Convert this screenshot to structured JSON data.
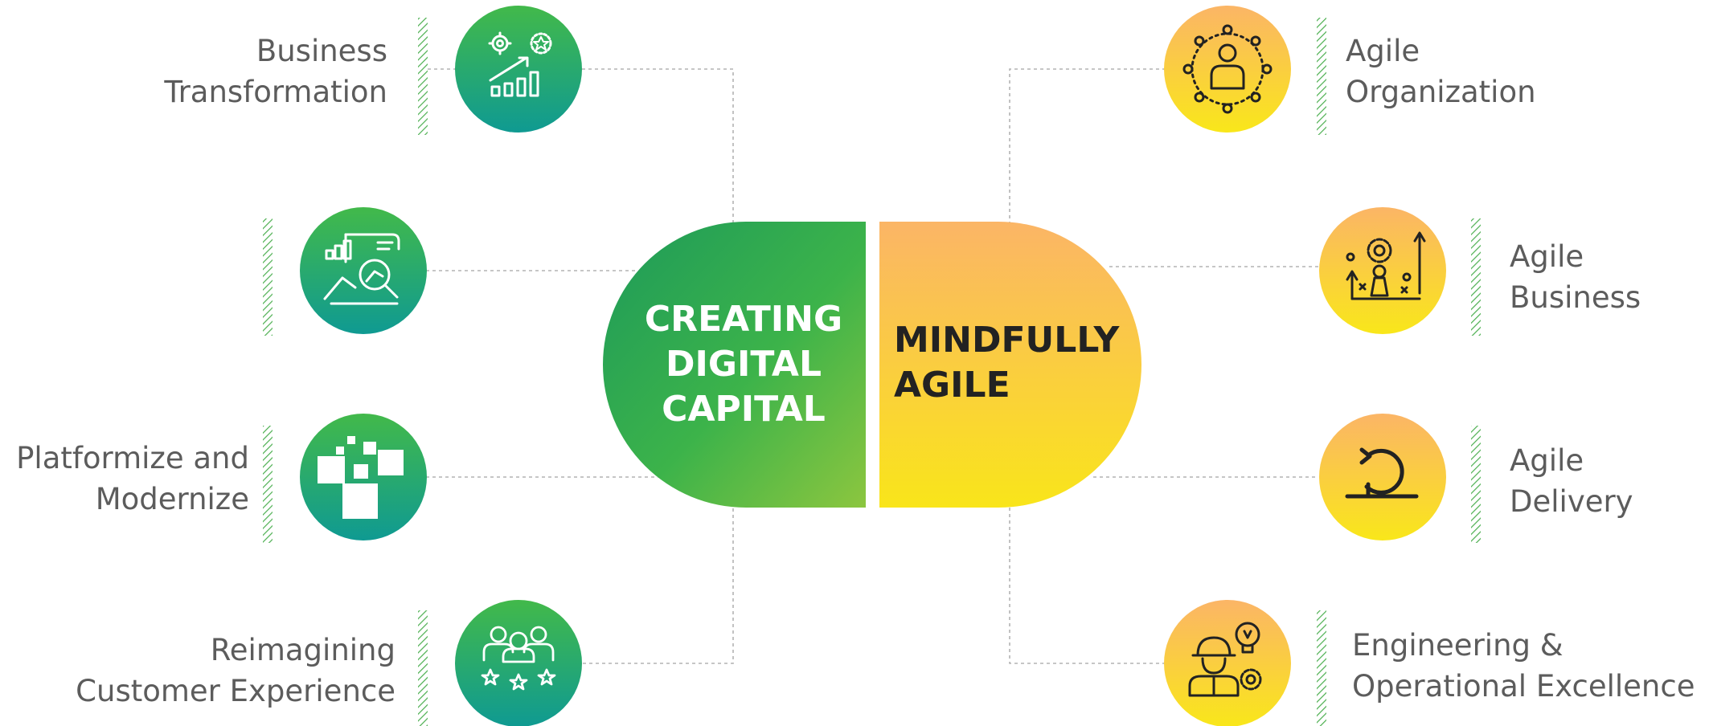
{
  "center": {
    "left_title": [
      "CREATING",
      "DIGITAL",
      "CAPITAL"
    ],
    "right_title": [
      "MINDFULLY",
      "AGILE"
    ]
  },
  "left_items": [
    {
      "lines": [
        "Business",
        "Transformation"
      ],
      "icon": "growth-chart-icon"
    },
    {
      "lines": [],
      "icon": "data-analysis-icon"
    },
    {
      "lines": [
        "Platformize and",
        "Modernize"
      ],
      "icon": "modular-blocks-icon"
    },
    {
      "lines": [
        "Reimagining",
        "Customer Experience"
      ],
      "icon": "customer-rating-icon"
    }
  ],
  "right_items": [
    {
      "lines": [
        "Agile",
        "Organization"
      ],
      "icon": "network-person-icon"
    },
    {
      "lines": [
        "Agile",
        "Business"
      ],
      "icon": "strategy-gear-icon"
    },
    {
      "lines": [
        "Agile",
        "Delivery"
      ],
      "icon": "sprint-cycle-icon"
    },
    {
      "lines": [
        "Engineering &",
        "Operational Excellence"
      ],
      "icon": "engineer-idea-icon"
    }
  ],
  "colors": {
    "green_top": "#3cb44a",
    "green_bottom": "#119a8f",
    "yellow_top": "#fbb866",
    "yellow_bottom": "#f9e51a",
    "text_gray": "#5c5c5c",
    "connector_gray": "#b0b0b0",
    "hatch_green": "#4caf50"
  }
}
